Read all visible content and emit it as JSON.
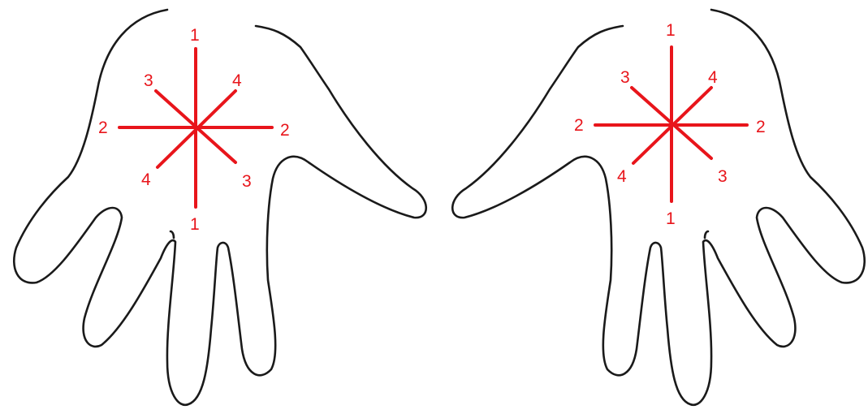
{
  "colors": {
    "line": "#e8151b",
    "outline": "#1a1a1a",
    "background": "#ffffff"
  },
  "hands": [
    {
      "name": "left-hand",
      "labels": {
        "top": "1",
        "bottom": "1",
        "left": "2",
        "right": "2",
        "upper_left": "3",
        "lower_right": "3",
        "upper_right": "4",
        "lower_left": "4"
      }
    },
    {
      "name": "right-hand",
      "labels": {
        "top": "1",
        "bottom": "1",
        "left": "2",
        "right": "2",
        "upper_left": "3",
        "lower_right": "3",
        "upper_right": "4",
        "lower_left": "4"
      }
    }
  ]
}
